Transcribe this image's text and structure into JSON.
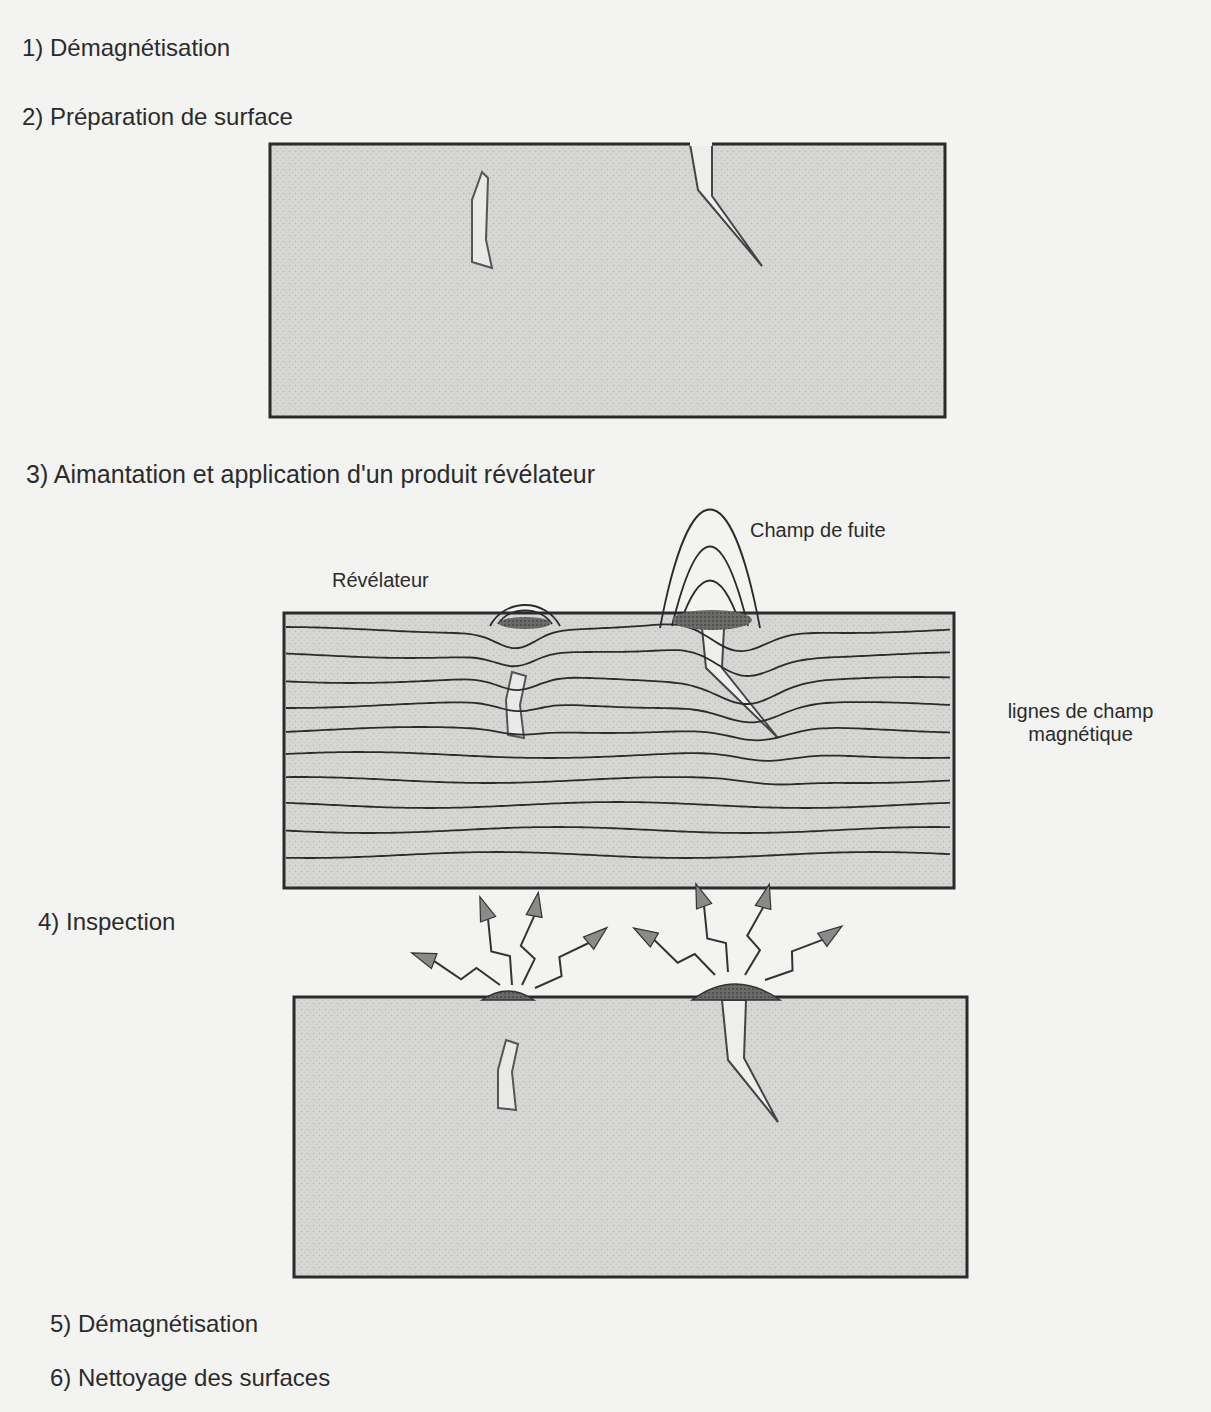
{
  "diagram": {
    "labels": [
      "1) Démagnétisation",
      "2) Préparation de surface",
      "3) Aimantation et application d'un produit révélateur",
      "Révélateur",
      "Champ de fuite",
      "lignes de champ magnétique",
      "4) Inspection",
      "5) Démagnétisation",
      "6) Nettoyage des surfaces"
    ]
  }
}
